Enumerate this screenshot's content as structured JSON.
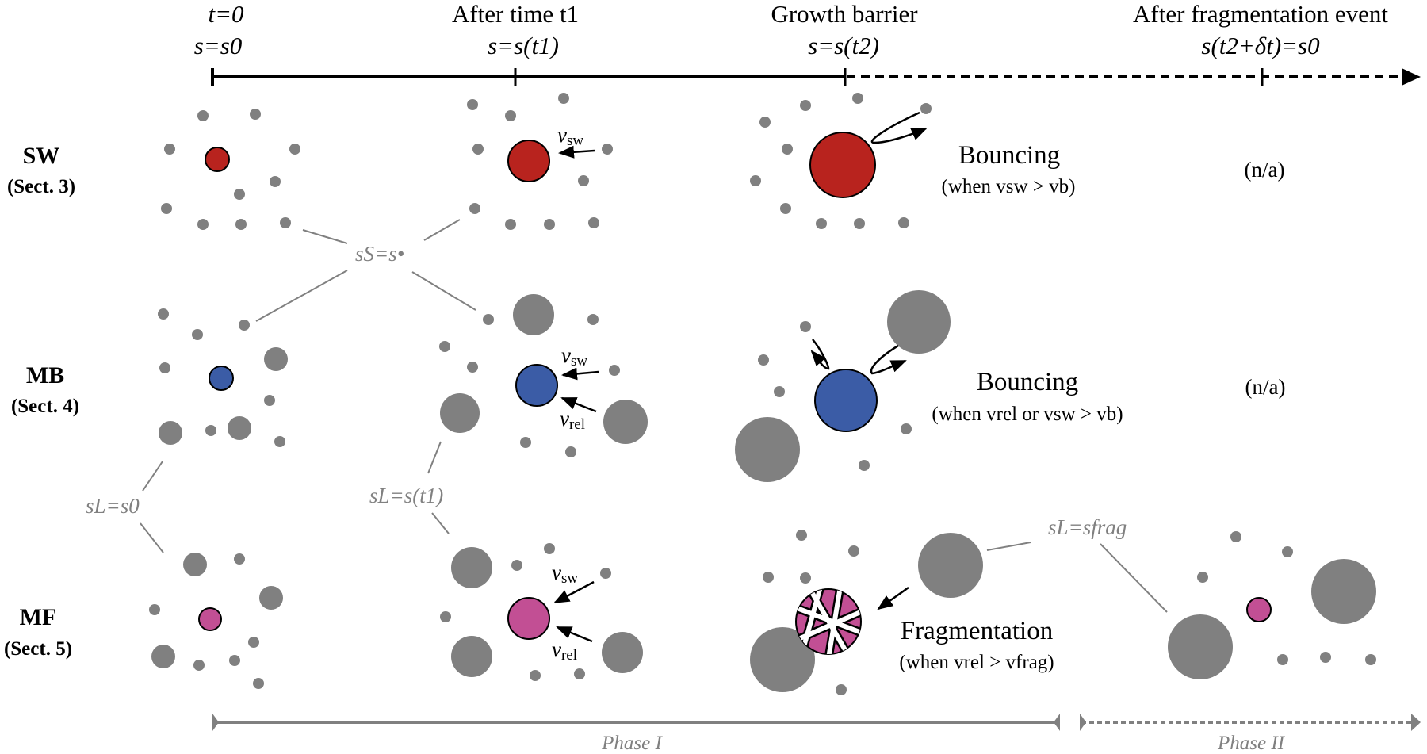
{
  "colors": {
    "sw_particle": "#B8231E",
    "mb_particle": "#3B5CA6",
    "mf_particle": "#C24F94",
    "background_particle": "#808080",
    "connector": "#808080",
    "axis": "#000000"
  },
  "timeline": {
    "stages": [
      {
        "title": "t=0",
        "size": "s=s0"
      },
      {
        "title": "After time t1",
        "size": "s=s(t1)"
      },
      {
        "title": "Growth barrier",
        "size": "s=s(t2)"
      },
      {
        "title": "After fragmentation event",
        "size": "s(t2+δt)=s0"
      }
    ]
  },
  "rows": [
    {
      "id": "SW",
      "label": "SW",
      "section": "(Sect. 3)",
      "event": "Bouncing",
      "condition": "(when vsw > vb)",
      "after_frag": "(n/a)"
    },
    {
      "id": "MB",
      "label": "MB",
      "section": "(Sect. 4)",
      "event": "Bouncing",
      "condition": "(when vrel or vsw > vb)",
      "after_frag": "(n/a)"
    },
    {
      "id": "MF",
      "label": "MF",
      "section": "(Sect. 5)",
      "event": "Fragmentation",
      "condition": "(when vrel > vfrag)",
      "after_frag": ""
    }
  ],
  "velocity_labels": {
    "sw": "v",
    "sw_sub": "sw",
    "rel": "v",
    "rel_sub": "rel",
    "b": "v",
    "b_sub": "b",
    "frag": "v",
    "frag_sub": "frag"
  },
  "connectors": {
    "small": "sS=s•",
    "large_s0": "sL=s0",
    "large_t1": "sL=s(t1)",
    "large_frag": "sL=sfrag"
  },
  "phases": [
    {
      "label": "Phase I",
      "style": "solid"
    },
    {
      "label": "Phase II",
      "style": "dashed"
    }
  ]
}
